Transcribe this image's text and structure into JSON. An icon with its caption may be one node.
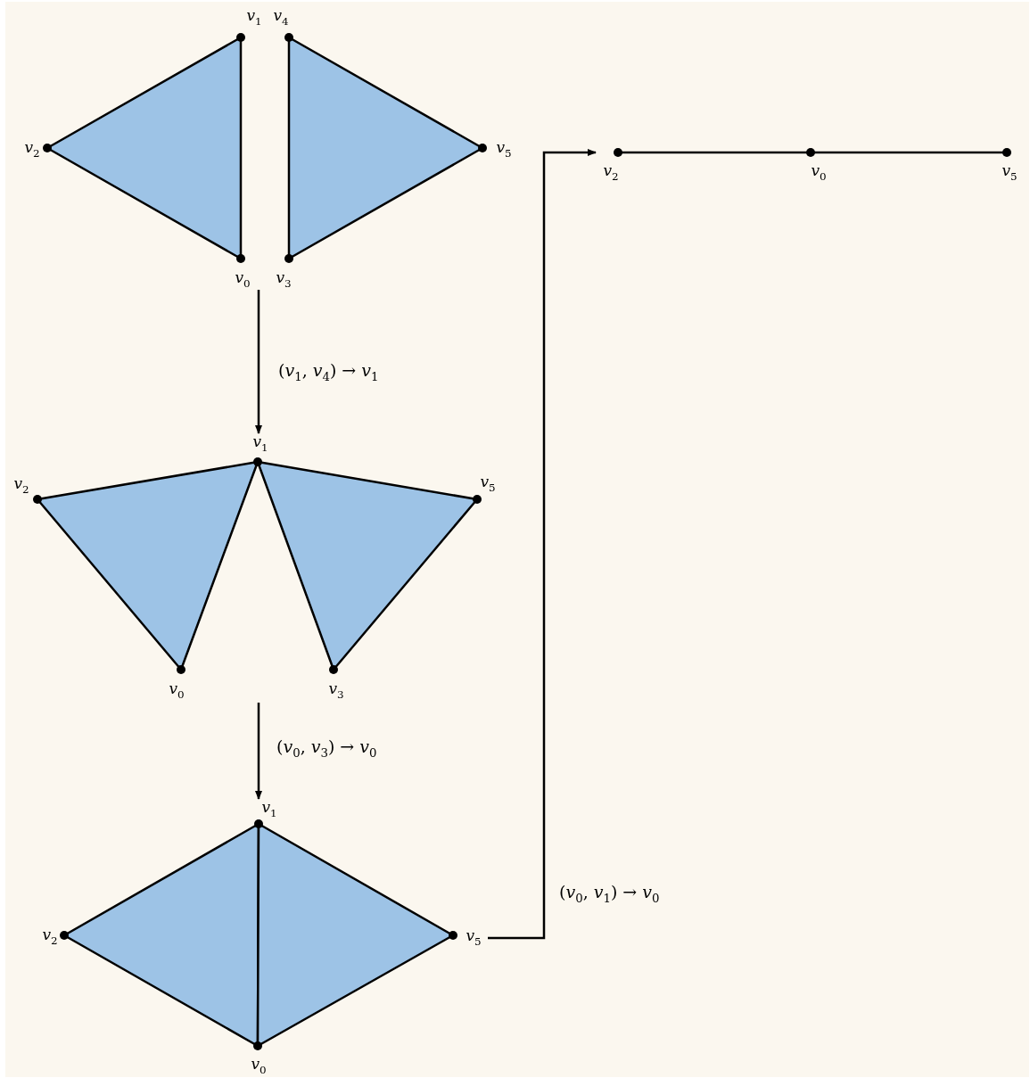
{
  "diagram": {
    "nodes": [
      {
        "text": [],
        "shape": "picture",
        "beside": [
          "*v*$_{1}$",
          "*v*$_{4}$",
          "*v*$_{2}$",
          "*v*$_{5}$",
          "*v*$_{0}$",
          "*v*$_{3}$"
        ]
      },
      {
        "text": [],
        "shape": "picture",
        "beside": [
          "*v*$_{1}$",
          "*v*$_{2}$",
          "*v*$_{5}$",
          "*v*$_{0}$",
          "*v*$_{3}$"
        ]
      },
      {
        "text": [],
        "shape": "picture",
        "beside": [
          "*v*$_{1}$",
          "*v*$_{2}$",
          "*v*$_{5}$",
          "*v*$_{0}$"
        ]
      },
      {
        "text": [],
        "shape": "picture",
        "beside": [
          "*v*$_{2}$",
          "*v*$_{0}$",
          "*v*$_{5}$"
        ]
      }
    ],
    "edges": [
      {
        "from": 0,
        "to": 1,
        "arrow": "to",
        "label": "(*v*$_{1}$, *v*$_{4}$) → *v*$_{1}$"
      },
      {
        "from": 1,
        "to": 2,
        "arrow": "to",
        "label": "(*v*$_{0}$, *v*$_{3}$) → *v*$_{0}$"
      },
      {
        "from": 2,
        "to": 3,
        "arrow": "to",
        "label": "(*v*$_{0}$, *v*$_{1}$) → *v*$_{0}$"
      }
    ]
  }
}
